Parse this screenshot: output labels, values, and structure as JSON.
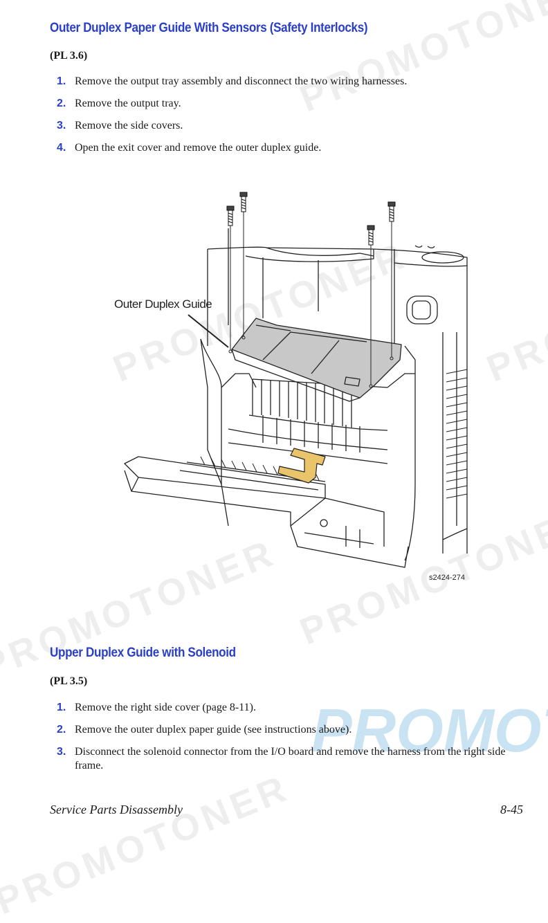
{
  "section1": {
    "title": "Outer Duplex Paper Guide With Sensors (Safety Interlocks)",
    "pl": "(PL 3.6)",
    "steps": [
      {
        "num": "1.",
        "text": "Remove the output tray assembly and disconnect the two wiring harnesses."
      },
      {
        "num": "2.",
        "text": "Remove the output tray."
      },
      {
        "num": "3.",
        "text": "Remove the side covers."
      },
      {
        "num": "4.",
        "text": "Open the exit cover and remove the outer duplex guide."
      }
    ]
  },
  "figure": {
    "callout": "Outer Duplex Guide",
    "id": "s2424-274"
  },
  "section2": {
    "title": "Upper Duplex Guide with Solenoid",
    "pl": "(PL 3.5)",
    "steps": [
      {
        "num": "1.",
        "text": "Remove the right side cover (page 8-11)."
      },
      {
        "num": "2.",
        "text": "Remove the outer duplex paper guide (see instructions above)."
      },
      {
        "num": "3.",
        "text": "Disconnect the solenoid connector from the I/O board and remove the harness from the right side frame."
      }
    ]
  },
  "footer": {
    "left": "Service Parts Disassembly",
    "right": "8-45"
  },
  "watermark": {
    "text": "PROMOTONER",
    "big_text": "PROMOT",
    "color": "#5aaadc"
  },
  "colors": {
    "heading": "#2a3fc8",
    "guide_fill": "#c8c8c8",
    "solenoid_fill": "#e9c46a"
  }
}
